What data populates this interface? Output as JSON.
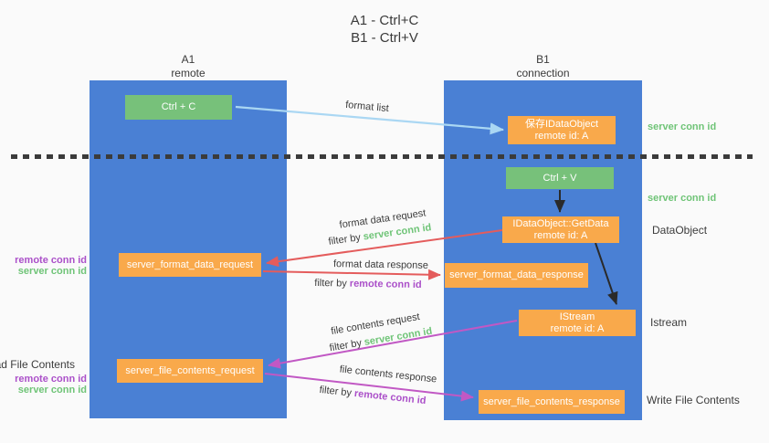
{
  "title": {
    "line1": "A1 - Ctrl+C",
    "line2": "B1 - Ctrl+V"
  },
  "columns": {
    "left": {
      "id": "A1",
      "subtitle": "remote"
    },
    "right": {
      "id": "B1",
      "subtitle": "connection"
    }
  },
  "nodes": {
    "ctrl_c": "Ctrl + C",
    "ctrl_v": "Ctrl + V",
    "save_idataobject": {
      "line1": "保存IDataObject",
      "line2": "remote id: A"
    },
    "getdata": {
      "line1": "IDataObject::GetData",
      "line2": "remote id: A"
    },
    "istream": {
      "line1": "IStream",
      "line2": "remote id: A"
    },
    "format_request": "server_format_data_request",
    "format_response": "server_format_data_response",
    "file_request": "server_file_contents_request",
    "file_response": "server_file_contents_response"
  },
  "arrow_labels": {
    "format_list": "format list",
    "format_data_request": "format data request",
    "format_data_response": "format data response",
    "file_contents_request": "file contents request",
    "file_contents_response": "file contents response",
    "filter_by": "filter by",
    "server_conn_id": "server conn id",
    "remote_conn_id": "remote conn id"
  },
  "side_labels": {
    "server_conn_id_top": "server conn id",
    "server_conn_id_mid": "server conn id",
    "dataobject": "DataObject",
    "istream": "Istream",
    "write_file_contents": "Write File Contents",
    "read_file_contents": "Read File Contents",
    "remote_conn_id_mid": "remote conn id",
    "server_conn_id_left_mid": "server conn id",
    "remote_conn_id_bottom": "remote conn id",
    "server_conn_id_bottom": "server conn id"
  },
  "colors": {
    "column_blue": "#4a80d4",
    "node_green": "#77c17a",
    "node_orange": "#f9a94b",
    "arrow_lightblue": "#aad7f3",
    "arrow_red": "#e45c5c",
    "arrow_magenta": "#c158c4",
    "arrow_black": "#2a2a2a",
    "text_green": "#6fc477",
    "text_purple": "#ab50c9"
  }
}
